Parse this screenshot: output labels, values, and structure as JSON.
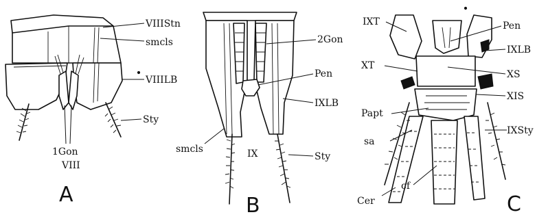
{
  "panels": [
    {
      "id": "A",
      "letter": "A",
      "sublabel": "VIII",
      "labels": [
        "VIIIStn",
        "smcls",
        "VIIILB",
        "1Gon",
        "Sty"
      ]
    },
    {
      "id": "B",
      "letter": "B",
      "sublabel": "IX",
      "labels": [
        "2Gon",
        "Pen",
        "IXLB",
        "smcls",
        "Sty"
      ]
    },
    {
      "id": "C",
      "letter": "C",
      "labels": [
        "IXT",
        "Pen",
        "IXLB",
        "XT",
        "XS",
        "XIS",
        "Papt",
        "sa",
        "IXSty",
        "cf",
        "Cer"
      ]
    }
  ]
}
